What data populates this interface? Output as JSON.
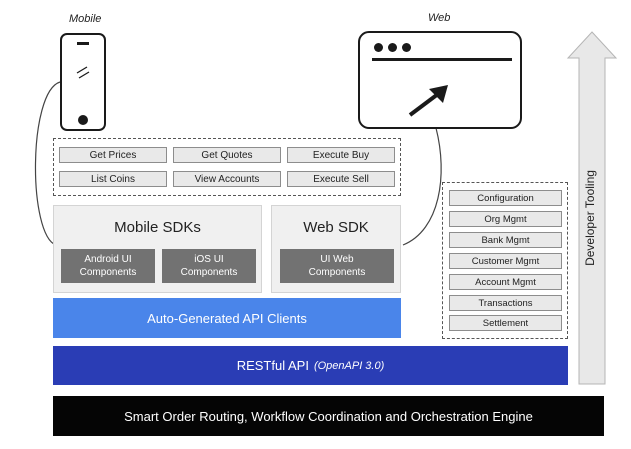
{
  "devices": {
    "mobile_label": "Mobile",
    "web_label": "Web"
  },
  "endpoints": [
    "Get Prices",
    "Get Quotes",
    "Execute Buy",
    "List Coins",
    "View Accounts",
    "Execute Sell"
  ],
  "sdks": {
    "mobile": {
      "title": "Mobile SDKs",
      "components": [
        "Android UI\nComponents",
        "iOS UI\nComponents"
      ]
    },
    "web": {
      "title": "Web SDK",
      "components": [
        "UI Web\nComponents"
      ]
    }
  },
  "layers": {
    "api_clients": "Auto-Generated API Clients",
    "restful_api": "RESTful API",
    "restful_api_spec": "(OpenAPI 3.0)",
    "engine": "Smart Order Routing, Workflow Coordination and Orchestration Engine"
  },
  "admin_functions": [
    "Configuration",
    "Org Mgmt",
    "Bank Mgmt",
    "Customer Mgmt",
    "Account Mgmt",
    "Transactions",
    "Settlement"
  ],
  "developer_tooling": "Developer Tooling",
  "colors": {
    "api_clients": "#4a85ea",
    "restful_api": "#2a3db5",
    "engine": "#050505",
    "sdk_component": "#727272",
    "tooling_arrow": "#e8e8e8"
  }
}
